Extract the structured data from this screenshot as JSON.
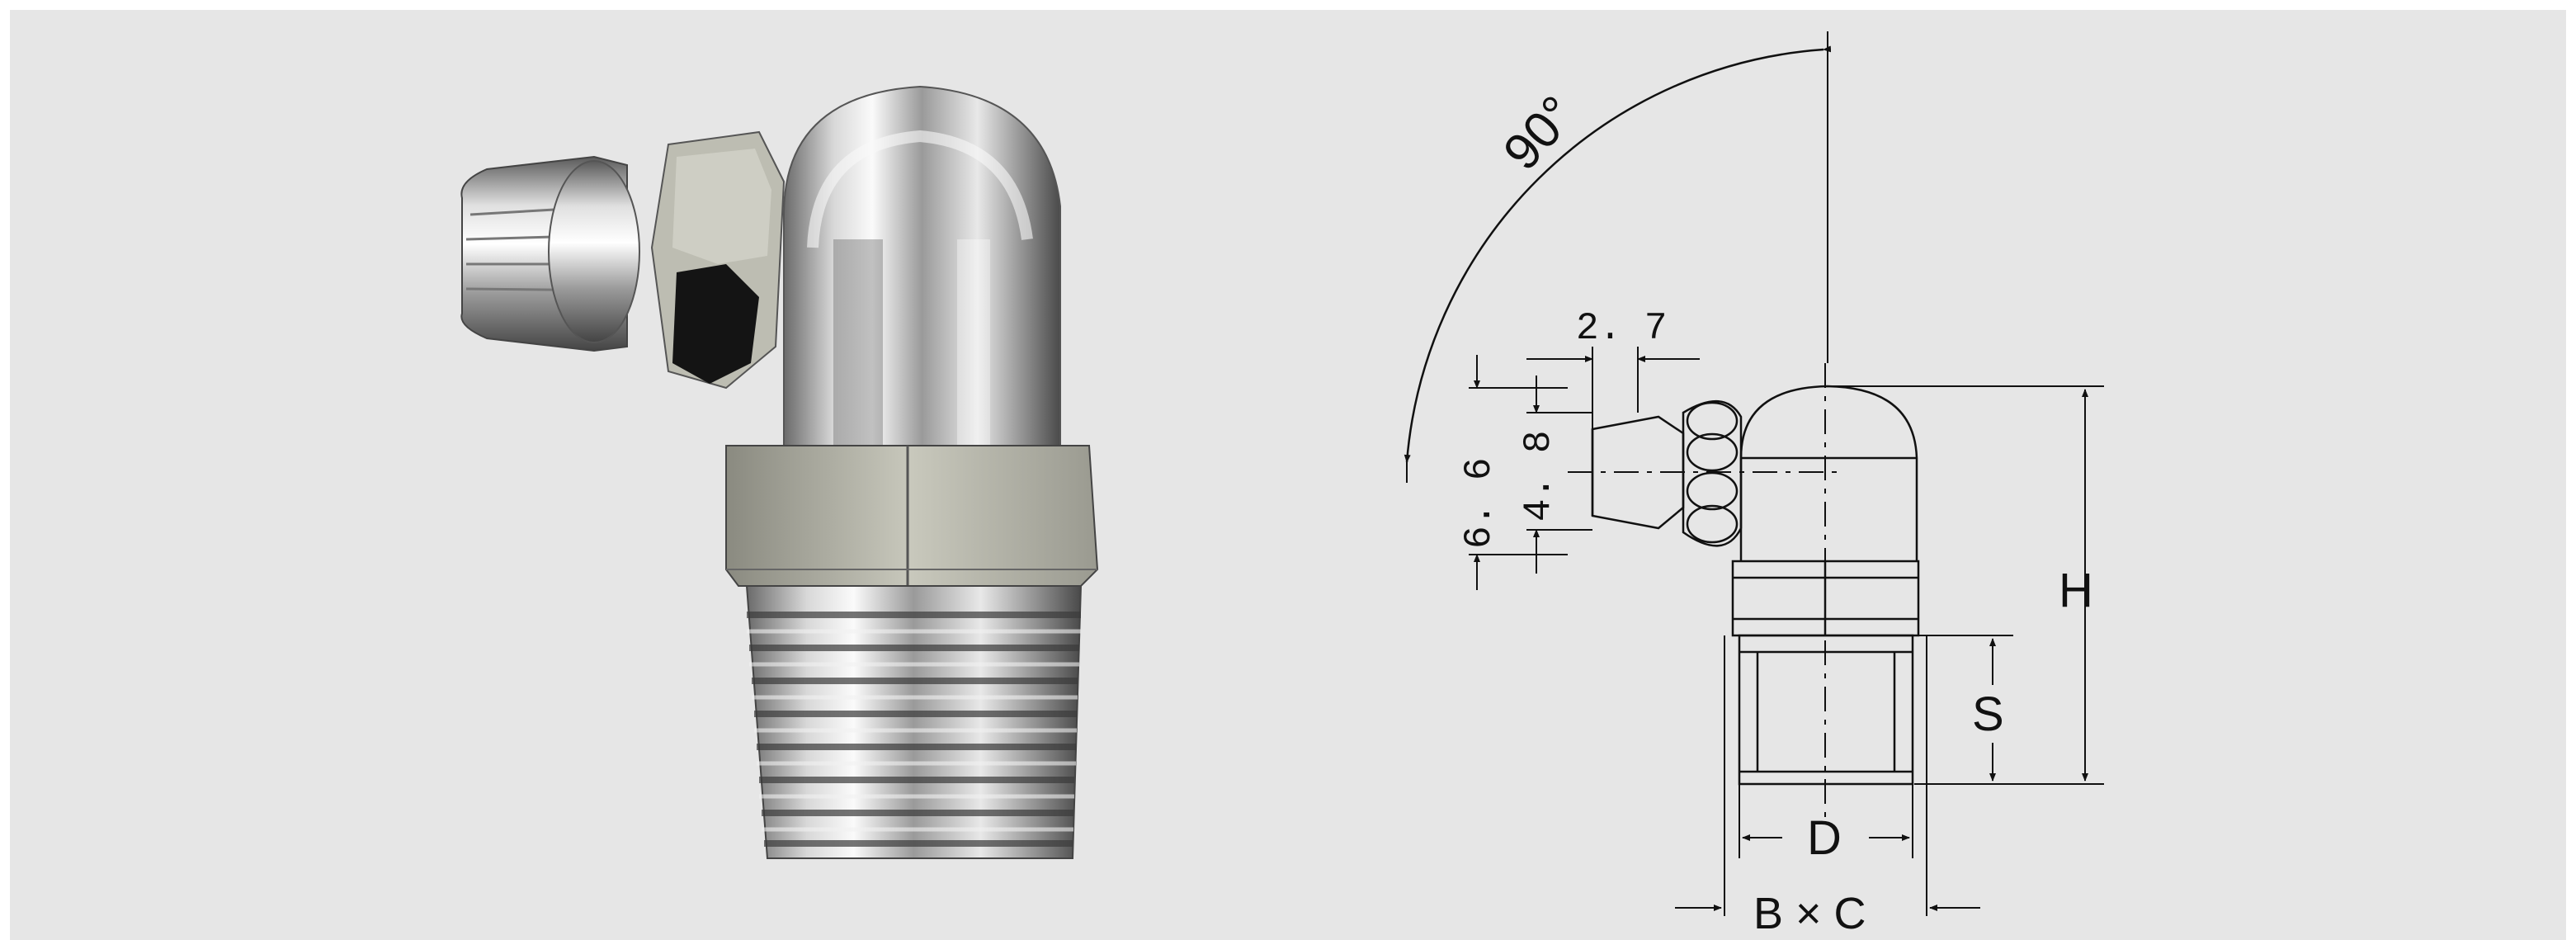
{
  "diagram": {
    "angle_label": "90°",
    "dim_nozzle_length": "2. 7",
    "dim_outer_dia": "6. 6",
    "dim_inner_dia": "4. 8",
    "dim_height": "H",
    "dim_thread_length": "S",
    "dim_thread_dia": "D",
    "dim_hex": "B × C"
  },
  "photo": {
    "subject": "grease-fitting-90-degree-photo"
  }
}
